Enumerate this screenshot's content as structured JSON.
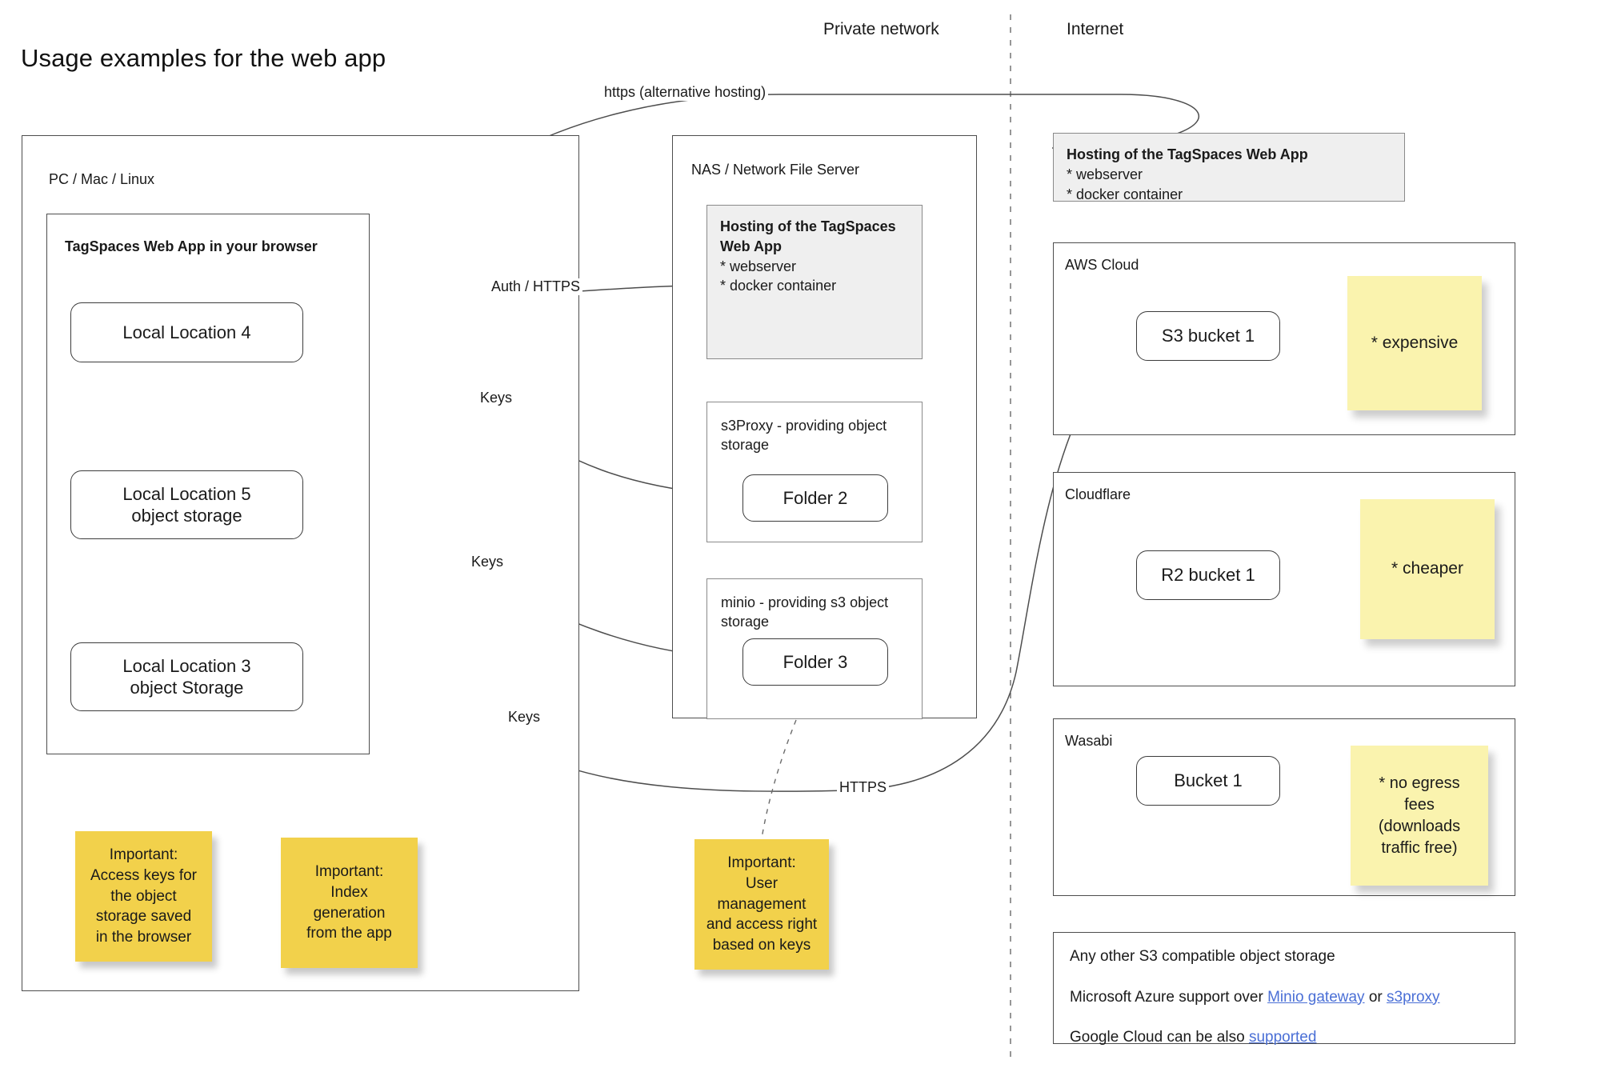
{
  "page": {
    "title": "Usage examples for the web app"
  },
  "zones": {
    "private_network": "Private network",
    "internet": "Internet"
  },
  "client": {
    "frame_title": "PC / Mac / Linux",
    "browser_title": "TagSpaces Web App in your browser",
    "locations": [
      {
        "label": "Local Location 4"
      },
      {
        "label": "Local Location 5\nobject storage"
      },
      {
        "label": "Local Location 3\nobject Storage"
      }
    ],
    "notes": [
      {
        "text": "Important:\nAccess keys for\nthe object\nstorage saved\nin the browser"
      },
      {
        "text": "Important:\nIndex\ngeneration\nfrom the app"
      }
    ]
  },
  "nas": {
    "frame_title": "NAS / Network File Server",
    "hosting": {
      "title": "Hosting of the TagSpaces\nWeb App",
      "lines": [
        "* webserver",
        "* docker  container"
      ]
    },
    "services": [
      {
        "title": "s3Proxy - providing object\nstorage",
        "node": "Folder 2"
      },
      {
        "title": "minio - providing s3 object\nstorage",
        "node": "Folder 3"
      }
    ],
    "note": {
      "text": "Important:\nUser\nmanagement\nand access right\nbased on keys"
    }
  },
  "internet": {
    "hosting": {
      "title": "Hosting of the TagSpaces Web App",
      "lines": [
        "* webserver",
        "* docker container"
      ]
    },
    "clouds": [
      {
        "name": "AWS Cloud",
        "bucket": "S3 bucket 1",
        "note": "* expensive"
      },
      {
        "name": "Cloudflare",
        "bucket": "R2 bucket 1",
        "note": "* cheaper"
      },
      {
        "name": "Wasabi",
        "bucket": "Bucket 1",
        "note": "* no egress\nfees\n(downloads\ntraffic free)"
      }
    ],
    "other": {
      "heading": "Any other S3 compatible object storage",
      "azure_prefix": "Microsoft Azure support over ",
      "azure_link1": "Minio gateway",
      "azure_middle": " or ",
      "azure_link2": "s3proxy",
      "google_prefix": "Google Cloud can be also ",
      "google_link": "supported"
    }
  },
  "edges": {
    "https_alt_hosting": "https (alternative hosting)",
    "auth_https": "Auth / HTTPS",
    "keys_1": "Keys",
    "keys_2": "Keys",
    "keys_3": "Keys",
    "https": "HTTPS"
  },
  "colors": {
    "sticky_strong": "#f2d14b",
    "sticky_pale": "#faf3ae",
    "card_grey": "#efefef",
    "link_blue": "#4a6fd6",
    "stroke": "#4d4d4d"
  }
}
